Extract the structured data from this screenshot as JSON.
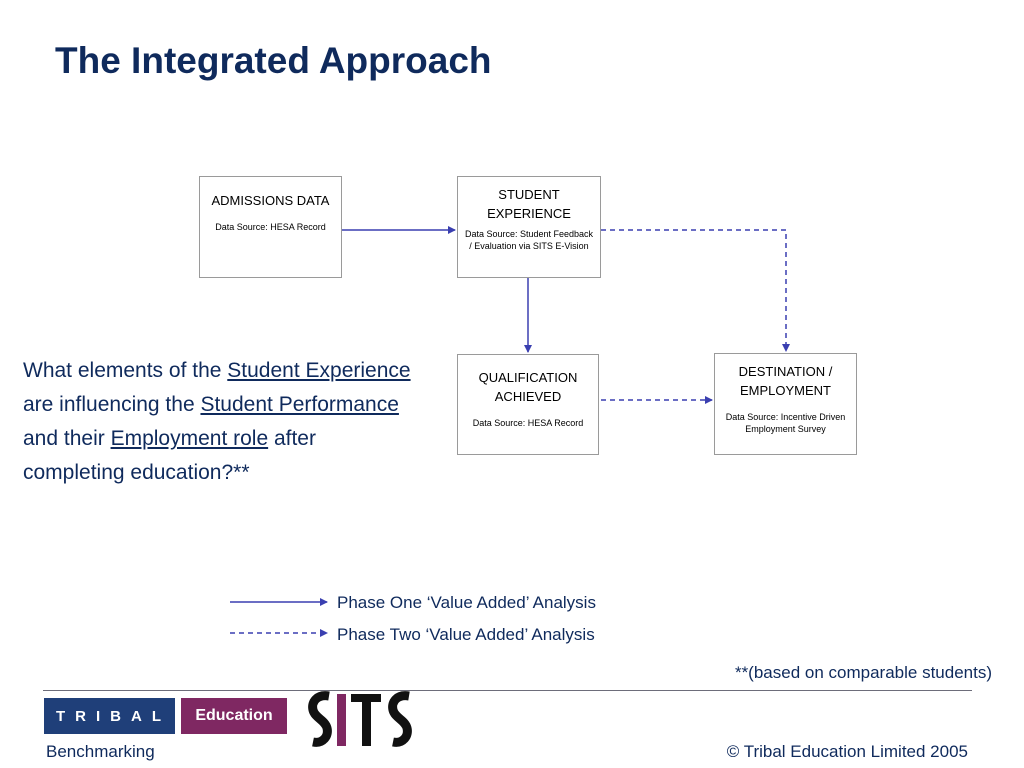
{
  "slide": {
    "title": "The Integrated Approach"
  },
  "diagram": {
    "boxes": {
      "admissions": {
        "title": "ADMISSIONS DATA",
        "source": "Data Source: HESA Record"
      },
      "student_experience": {
        "title": "STUDENT EXPERIENCE",
        "source": "Data Source: Student Feedback / Evaluation via SITS E-Vision"
      },
      "qualification": {
        "title": "QUALIFICATION ACHIEVED",
        "source": "Data Source: HESA Record"
      },
      "destination": {
        "title": "DESTINATION / EMPLOYMENT",
        "source": "Data Source: Incentive Driven Employment Survey"
      }
    },
    "connections": [
      {
        "from": "admissions",
        "to": "student_experience",
        "phase": "one"
      },
      {
        "from": "student_experience",
        "to": "qualification",
        "phase": "one"
      },
      {
        "from": "student_experience",
        "to": "destination",
        "phase": "two"
      },
      {
        "from": "qualification",
        "to": "destination",
        "phase": "two"
      }
    ],
    "line_color": "#3a3fb0"
  },
  "question": {
    "part1": "What elements of the ",
    "link1": "Student Experience",
    "part2": " are influencing the ",
    "link2": "Student Performance",
    "part3": " and their ",
    "link3": "Employment role",
    "part4": " after completing education?**"
  },
  "legend": {
    "phase_one": "Phase One ‘Value Added’ Analysis",
    "phase_two": "Phase Two ‘Value Added’ Analysis"
  },
  "footnote": "**(based on comparable students)",
  "logos": {
    "tribal": "TRIBAL",
    "education": "Education",
    "sits": "SITS"
  },
  "footer": {
    "left": "Benchmarking",
    "right": "© Tribal Education Limited 2005"
  },
  "colors": {
    "title": "#0f2a5c",
    "tribal_blue": "#1f3f79",
    "education_purple": "#7f2862",
    "arrow": "#3a3fb0"
  }
}
